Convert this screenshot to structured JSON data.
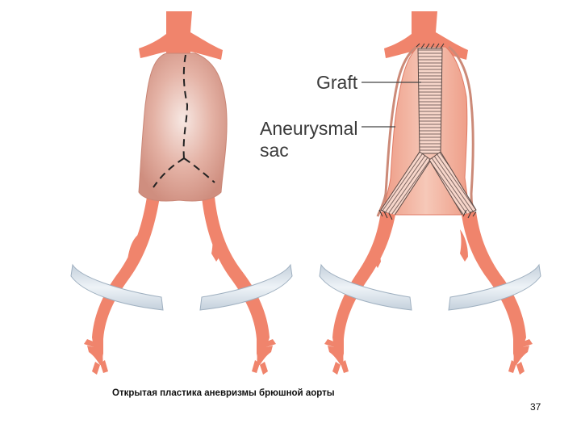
{
  "labels": {
    "graft": "Graft",
    "aneurysmal_sac_line1": "Aneurysmal",
    "aneurysmal_sac_line2": "sac"
  },
  "caption": "Открытая пластика аневризмы брюшной аорты",
  "page_number": "37",
  "colors": {
    "artery": "#f0846c",
    "artery_outline": "#e46a52",
    "aneurysm": "#d99a8c",
    "aneurysm_light": "#f4e2dc",
    "sac_open": "#f2b8a4",
    "graft": "#f6cdbf",
    "graft_stripe": "#7a6460",
    "ureter": "#dde6ee",
    "ureter_outline": "#9fb0c0",
    "text": "#3a3a3a"
  }
}
